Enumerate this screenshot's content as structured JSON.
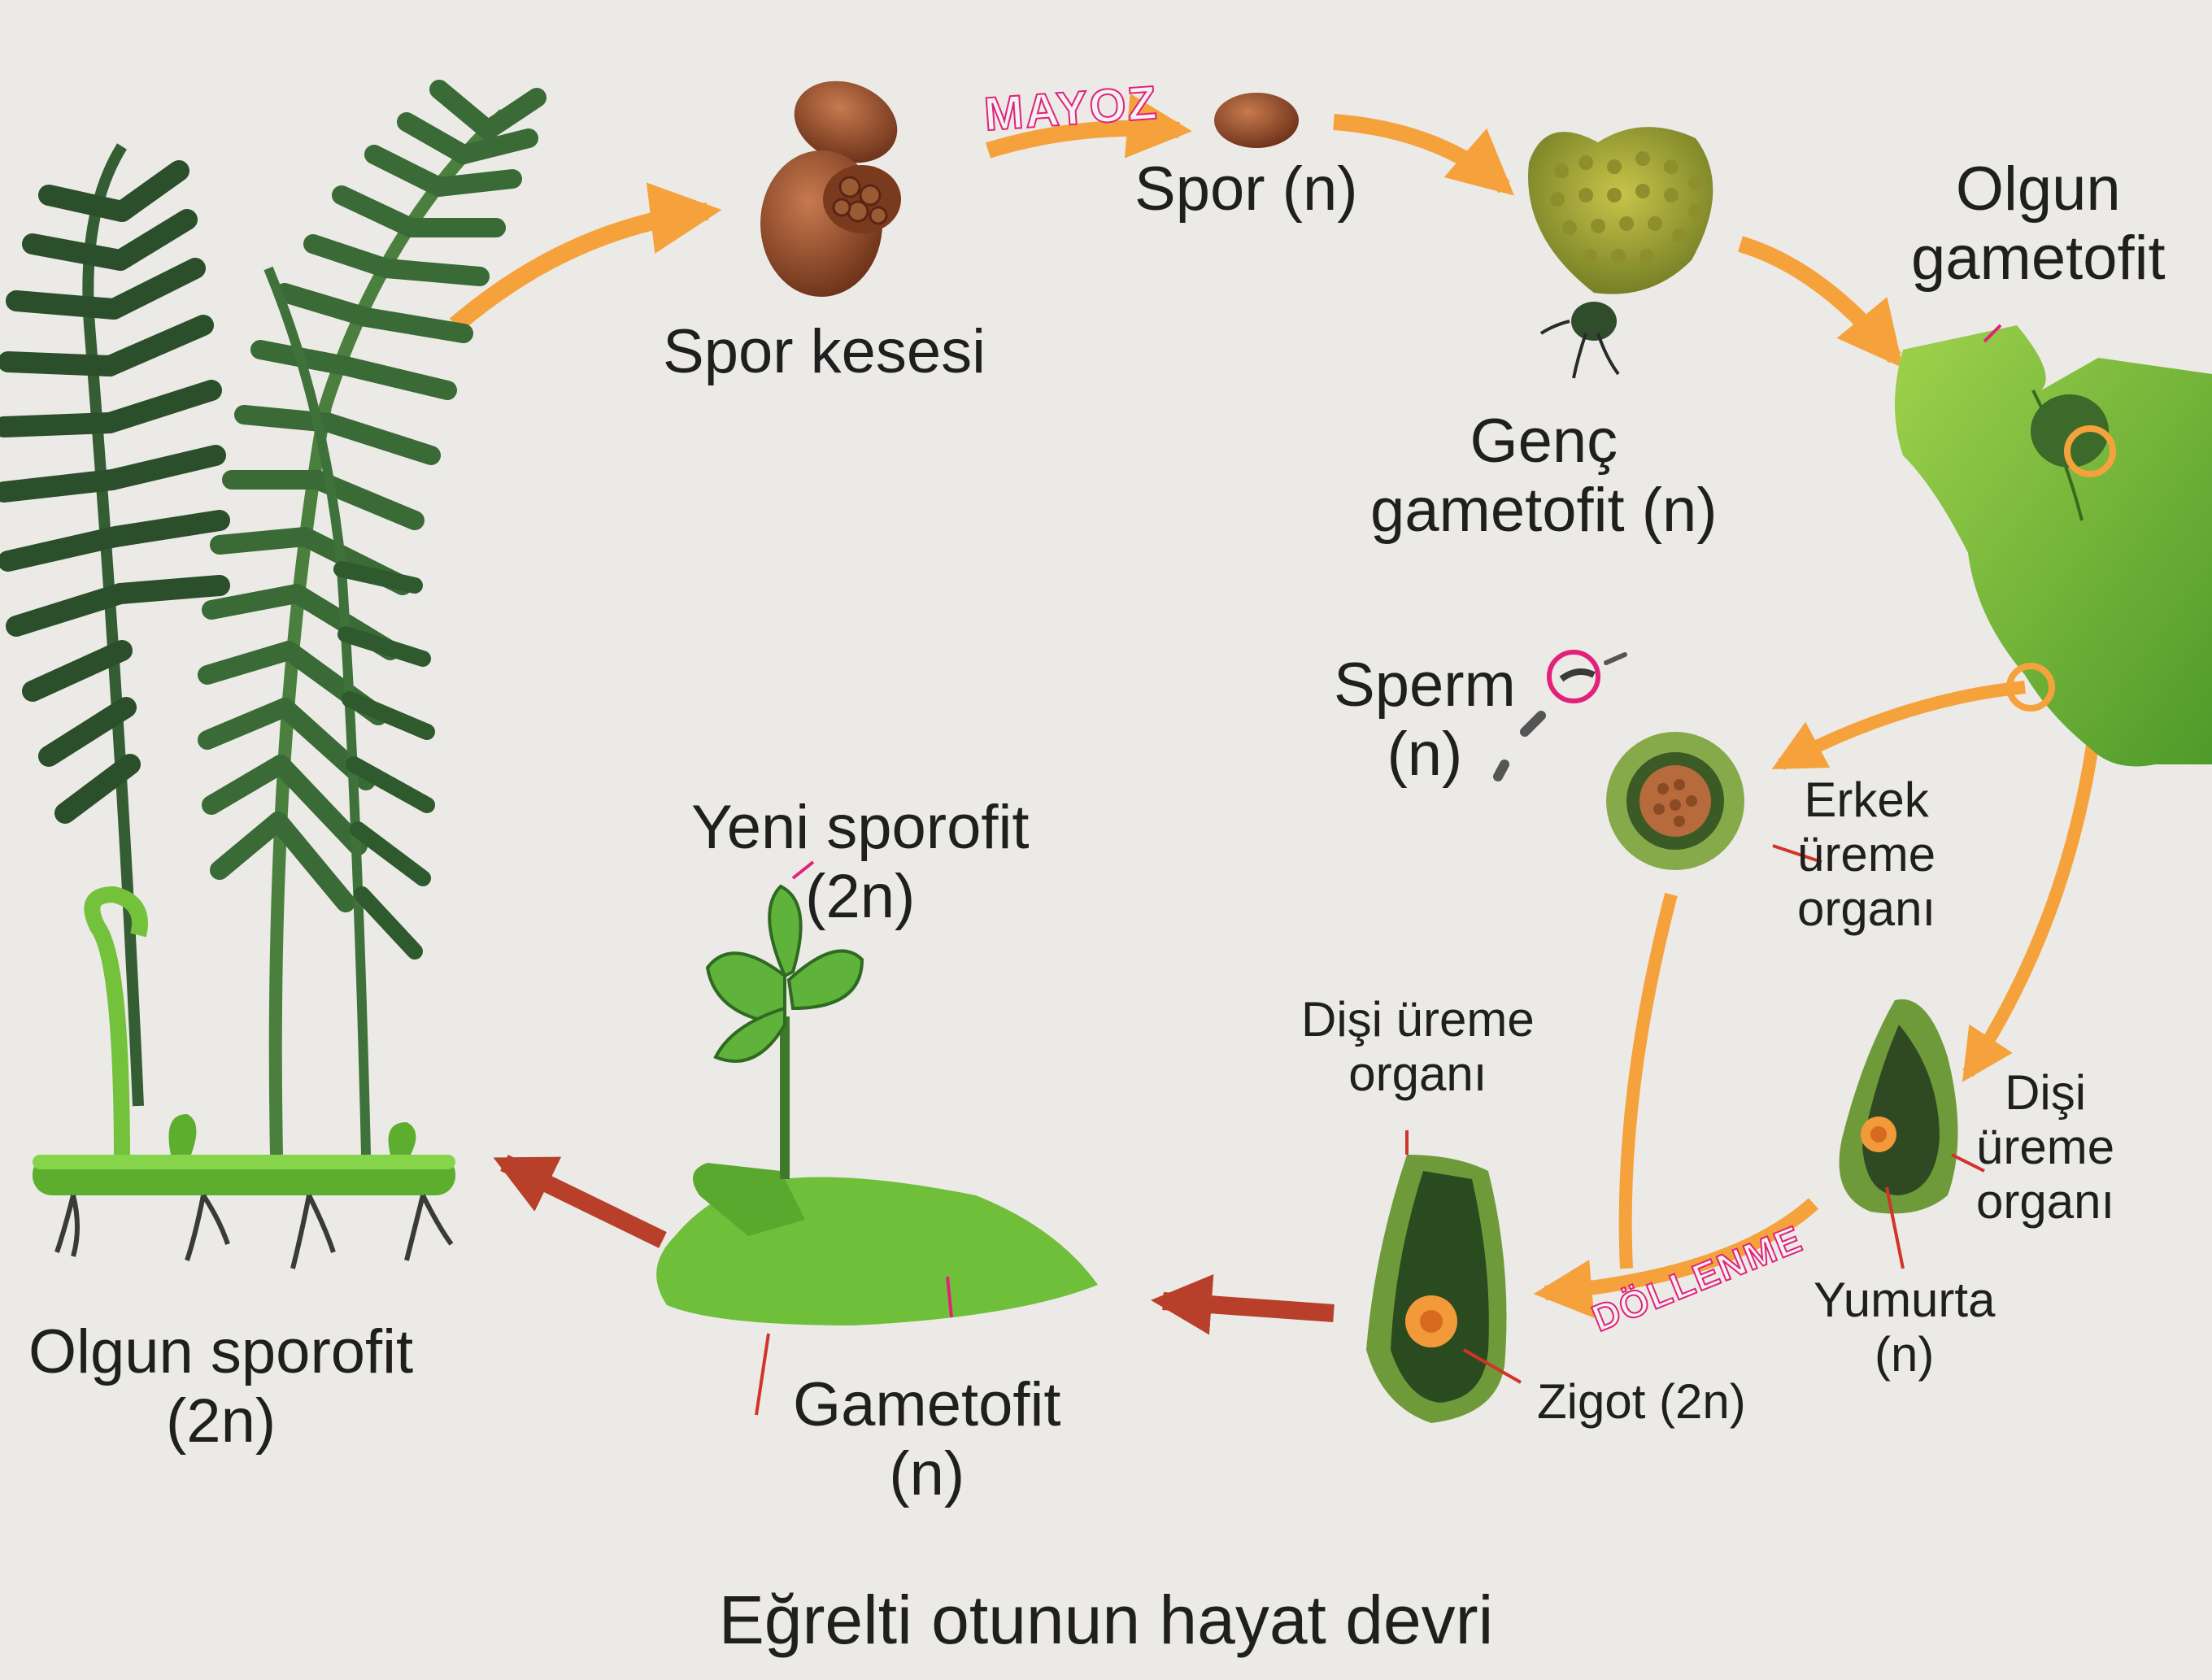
{
  "title": "Eğrelti otunun hayat devri",
  "process_labels": {
    "meiosis": "MAYOZ",
    "fertilization": "DÖLLENME"
  },
  "stages": {
    "sporangium": "Spor kesesi",
    "spore": "Spor (n)",
    "young_gametophyte_1": "Genç",
    "young_gametophyte_2": "gametofit (n)",
    "mature_gametophyte_1": "Olgun",
    "mature_gametophyte_2": "gametofit",
    "sperm_1": "Sperm",
    "sperm_2": "(n)",
    "male_organ_1": "Erkek",
    "male_organ_2": "üreme",
    "male_organ_3": "organı",
    "female_organ_right_1": "Dişi",
    "female_organ_right_2": "üreme",
    "female_organ_right_3": "organı",
    "egg_1": "Yumurta",
    "egg_2": "(n)",
    "female_organ_left_1": "Dişi üreme",
    "female_organ_left_2": "organı",
    "zygote": "Zigot (2n)",
    "new_sporophyte_1": "Yeni sporofit",
    "new_sporophyte_2": "(2n)",
    "gametophyte_1": "Gametofit",
    "gametophyte_2": "(n)",
    "mature_sporophyte_1": "Olgun sporofit",
    "mature_sporophyte_2": "(2n)"
  },
  "colors": {
    "background": "#eceae6",
    "arrow_orange": "#f6a23c",
    "arrow_dark_red": "#b8402a",
    "leaf_dark": "#2e5a2e",
    "leaf_light": "#6fbf3a",
    "spore_brown": "#8a4a2a",
    "accent_pink": "#e2217a"
  }
}
